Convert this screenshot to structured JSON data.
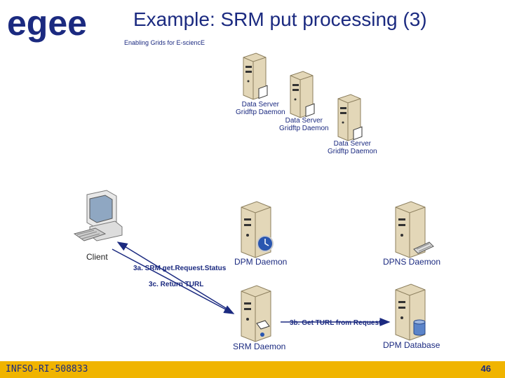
{
  "header": {
    "logo": "egee",
    "title": "Example: SRM put processing (3)",
    "subtitle": "Enabling Grids for E-sciencE"
  },
  "diagram": {
    "data_servers": [
      {
        "line1": "Data Server",
        "line2": "Gridftp Daemon"
      },
      {
        "line1": "Data Server",
        "line2": "Gridftp Daemon"
      },
      {
        "line1": "Data Server",
        "line2": "Gridftp Daemon"
      }
    ],
    "client_label": "Client",
    "dpm_daemon_label": "DPM Daemon",
    "dpns_daemon_label": "DPNS Daemon",
    "srm_daemon_label": "SRM Daemon",
    "dpm_database_label": "DPM Database",
    "arrow_3a": "3a. SRM get.Request.Status",
    "arrow_3c": "3c. Return TURL",
    "arrow_3b": "3b. Get TURL from Request"
  },
  "footer": {
    "left": "INFSO-RI-508833",
    "page": "46"
  },
  "colors": {
    "brand_blue": "#1b2a80",
    "footer_bar": "#f0b400",
    "server_beige": "#e3d7b8"
  }
}
